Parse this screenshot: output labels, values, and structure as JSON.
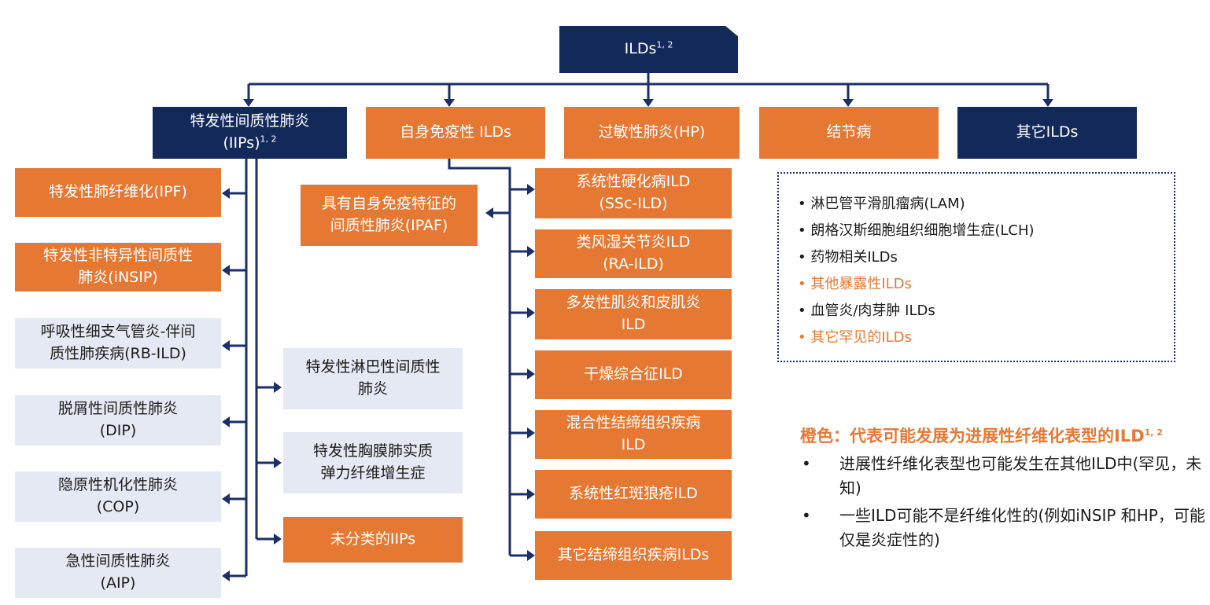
{
  "root": {
    "label": "ILDs",
    "sup": "1, 2"
  },
  "categories": {
    "iips": {
      "line1": "特发性间质性肺炎",
      "line2": "(IIPs)",
      "sup": "1, 2"
    },
    "autoimmune": "自身免疫性 ILDs",
    "hp": "过敏性肺炎(HP)",
    "sarcoidosis": "结节病",
    "other": "其它ILDs"
  },
  "iip_types": [
    {
      "lines": [
        "特发性肺纤维化(IPF)"
      ],
      "style": "orange"
    },
    {
      "lines": [
        "特发性非特异性间质性",
        "肺炎(iNSIP)"
      ],
      "style": "orange"
    },
    {
      "lines": [
        "呼吸性细支气管炎-伴间",
        "质性肺疾病(RB-ILD)"
      ],
      "style": "grey"
    },
    {
      "lines": [
        "脱屑性间质性肺炎",
        "(DIP)"
      ],
      "style": "grey"
    },
    {
      "lines": [
        "隐原性机化性肺炎",
        "(COP)"
      ],
      "style": "grey"
    },
    {
      "lines": [
        "急性间质性肺炎",
        "(AIP)"
      ],
      "style": "grey"
    }
  ],
  "iip_rare": [
    {
      "lines": [
        "特发性淋巴性间质性",
        "肺炎"
      ],
      "style": "grey"
    },
    {
      "lines": [
        "特发性胸膜肺实质",
        "弹力纤维增生症"
      ],
      "style": "grey"
    },
    {
      "lines": [
        "未分类的IIPs"
      ],
      "style": "orange"
    }
  ],
  "ipaf": {
    "lines": [
      "具有自身免疫特征的",
      "间质性肺炎(IPAF)"
    ]
  },
  "autoimmune_types": [
    {
      "lines": [
        "系统性硬化病ILD",
        "(SSc-ILD)"
      ]
    },
    {
      "lines": [
        "类风湿关节炎ILD",
        "(RA-ILD)"
      ]
    },
    {
      "lines": [
        "多发性肌炎和皮肌炎",
        "ILD"
      ]
    },
    {
      "lines": [
        "干燥综合征ILD"
      ]
    },
    {
      "lines": [
        "混合性结缔组织疾病",
        "ILD"
      ]
    },
    {
      "lines": [
        "系统性红斑狼疮ILD"
      ]
    },
    {
      "lines": [
        "其它结缔组织疾病ILDs"
      ]
    }
  ],
  "other_ilds": [
    {
      "text": "淋巴管平滑肌瘤病(LAM)",
      "highlight": false
    },
    {
      "text": "朗格汉斯细胞组织细胞增生症(LCH)",
      "highlight": false
    },
    {
      "text": "药物相关ILDs",
      "highlight": false
    },
    {
      "text": "其他暴露性ILDs",
      "highlight": true
    },
    {
      "text": "血管炎/肉芽肿 ILDs",
      "highlight": false
    },
    {
      "text": "其它罕见的ILDs",
      "highlight": true
    }
  ],
  "legend": {
    "title": "橙色：代表可能发展为进展性纤维化表型的ILD",
    "sup": "1, 2",
    "items": [
      "进展性纤维化表型也可能发生在其他ILD中(罕见，未知)",
      "一些ILD可能不是纤维化性的(例如iNSIP 和HP，可能仅是炎症性的)"
    ]
  },
  "colors": {
    "navy": "#13295a",
    "orange": "#e57833",
    "grey": "#e4e9f3",
    "line": "#1b2f66"
  }
}
